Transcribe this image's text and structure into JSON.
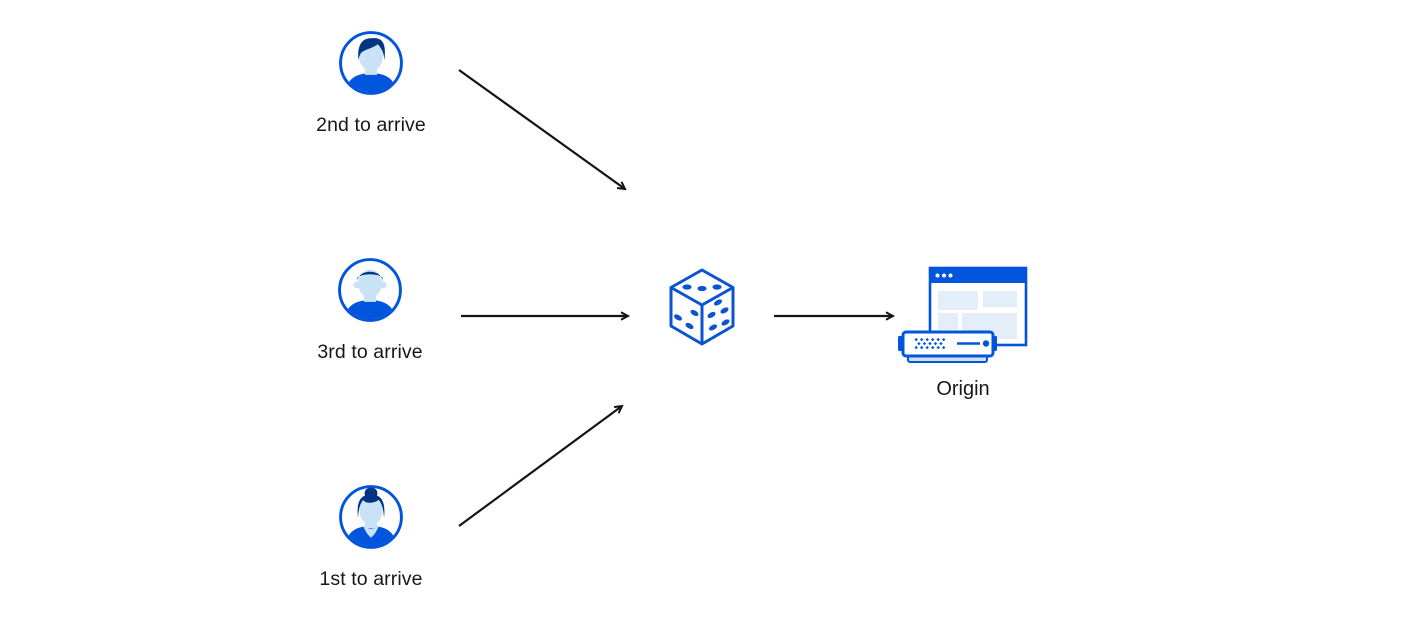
{
  "diagram": {
    "background": "#ffffff",
    "nodes": {
      "users": [
        {
          "label": "2nd to arrive",
          "icon": "user-avatar-man-quiff-icon"
        },
        {
          "label": "3rd to arrive",
          "icon": "user-avatar-man-short-hair-icon"
        },
        {
          "label": "1st to arrive",
          "icon": "user-avatar-woman-bun-icon"
        }
      ],
      "randomizer": {
        "icon": "dice-icon"
      },
      "origin": {
        "label": "Origin",
        "icon": "origin-server-browser-icon"
      }
    },
    "connections": [
      {
        "from": "2nd to arrive",
        "to": "dice"
      },
      {
        "from": "3rd to arrive",
        "to": "dice"
      },
      {
        "from": "1st to arrive",
        "to": "dice"
      },
      {
        "from": "dice",
        "to": "Origin"
      }
    ],
    "colors": {
      "icon_blue": "#0055DC",
      "icon_dark_blue": "#003681",
      "icon_face_blue": "#C9E2F6",
      "panel_light_blue": "#E3EEF9",
      "server_shadow_blue": "#CDE2F8",
      "arrow_black": "#141414",
      "label_text": "#17181A"
    }
  }
}
